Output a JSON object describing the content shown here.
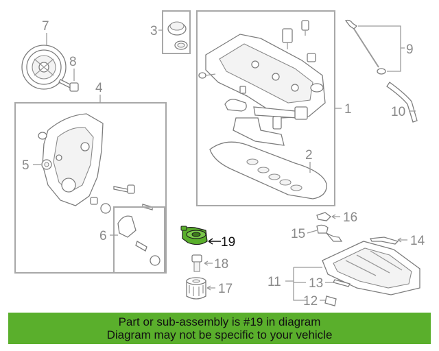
{
  "callouts": [
    {
      "id": "c1",
      "label": "1"
    },
    {
      "id": "c2",
      "label": "2"
    },
    {
      "id": "c3",
      "label": "3"
    },
    {
      "id": "c4",
      "label": "4"
    },
    {
      "id": "c5",
      "label": "5"
    },
    {
      "id": "c6",
      "label": "6"
    },
    {
      "id": "c7",
      "label": "7"
    },
    {
      "id": "c8",
      "label": "8"
    },
    {
      "id": "c9",
      "label": "9"
    },
    {
      "id": "c10",
      "label": "10"
    },
    {
      "id": "c11",
      "label": "11"
    },
    {
      "id": "c12",
      "label": "12"
    },
    {
      "id": "c13",
      "label": "13"
    },
    {
      "id": "c14",
      "label": "14"
    },
    {
      "id": "c15",
      "label": "15"
    },
    {
      "id": "c16",
      "label": "16"
    },
    {
      "id": "c17",
      "label": "17"
    },
    {
      "id": "c18",
      "label": "18"
    },
    {
      "id": "c19",
      "label": "19"
    }
  ],
  "highlight": {
    "part": "19",
    "color": "#5aaf2c"
  },
  "banner": {
    "line1": "Part or sub-assembly is #19 in diagram",
    "line2": "Diagram may not be specific to your vehicle",
    "background": "#5aaf2c"
  }
}
